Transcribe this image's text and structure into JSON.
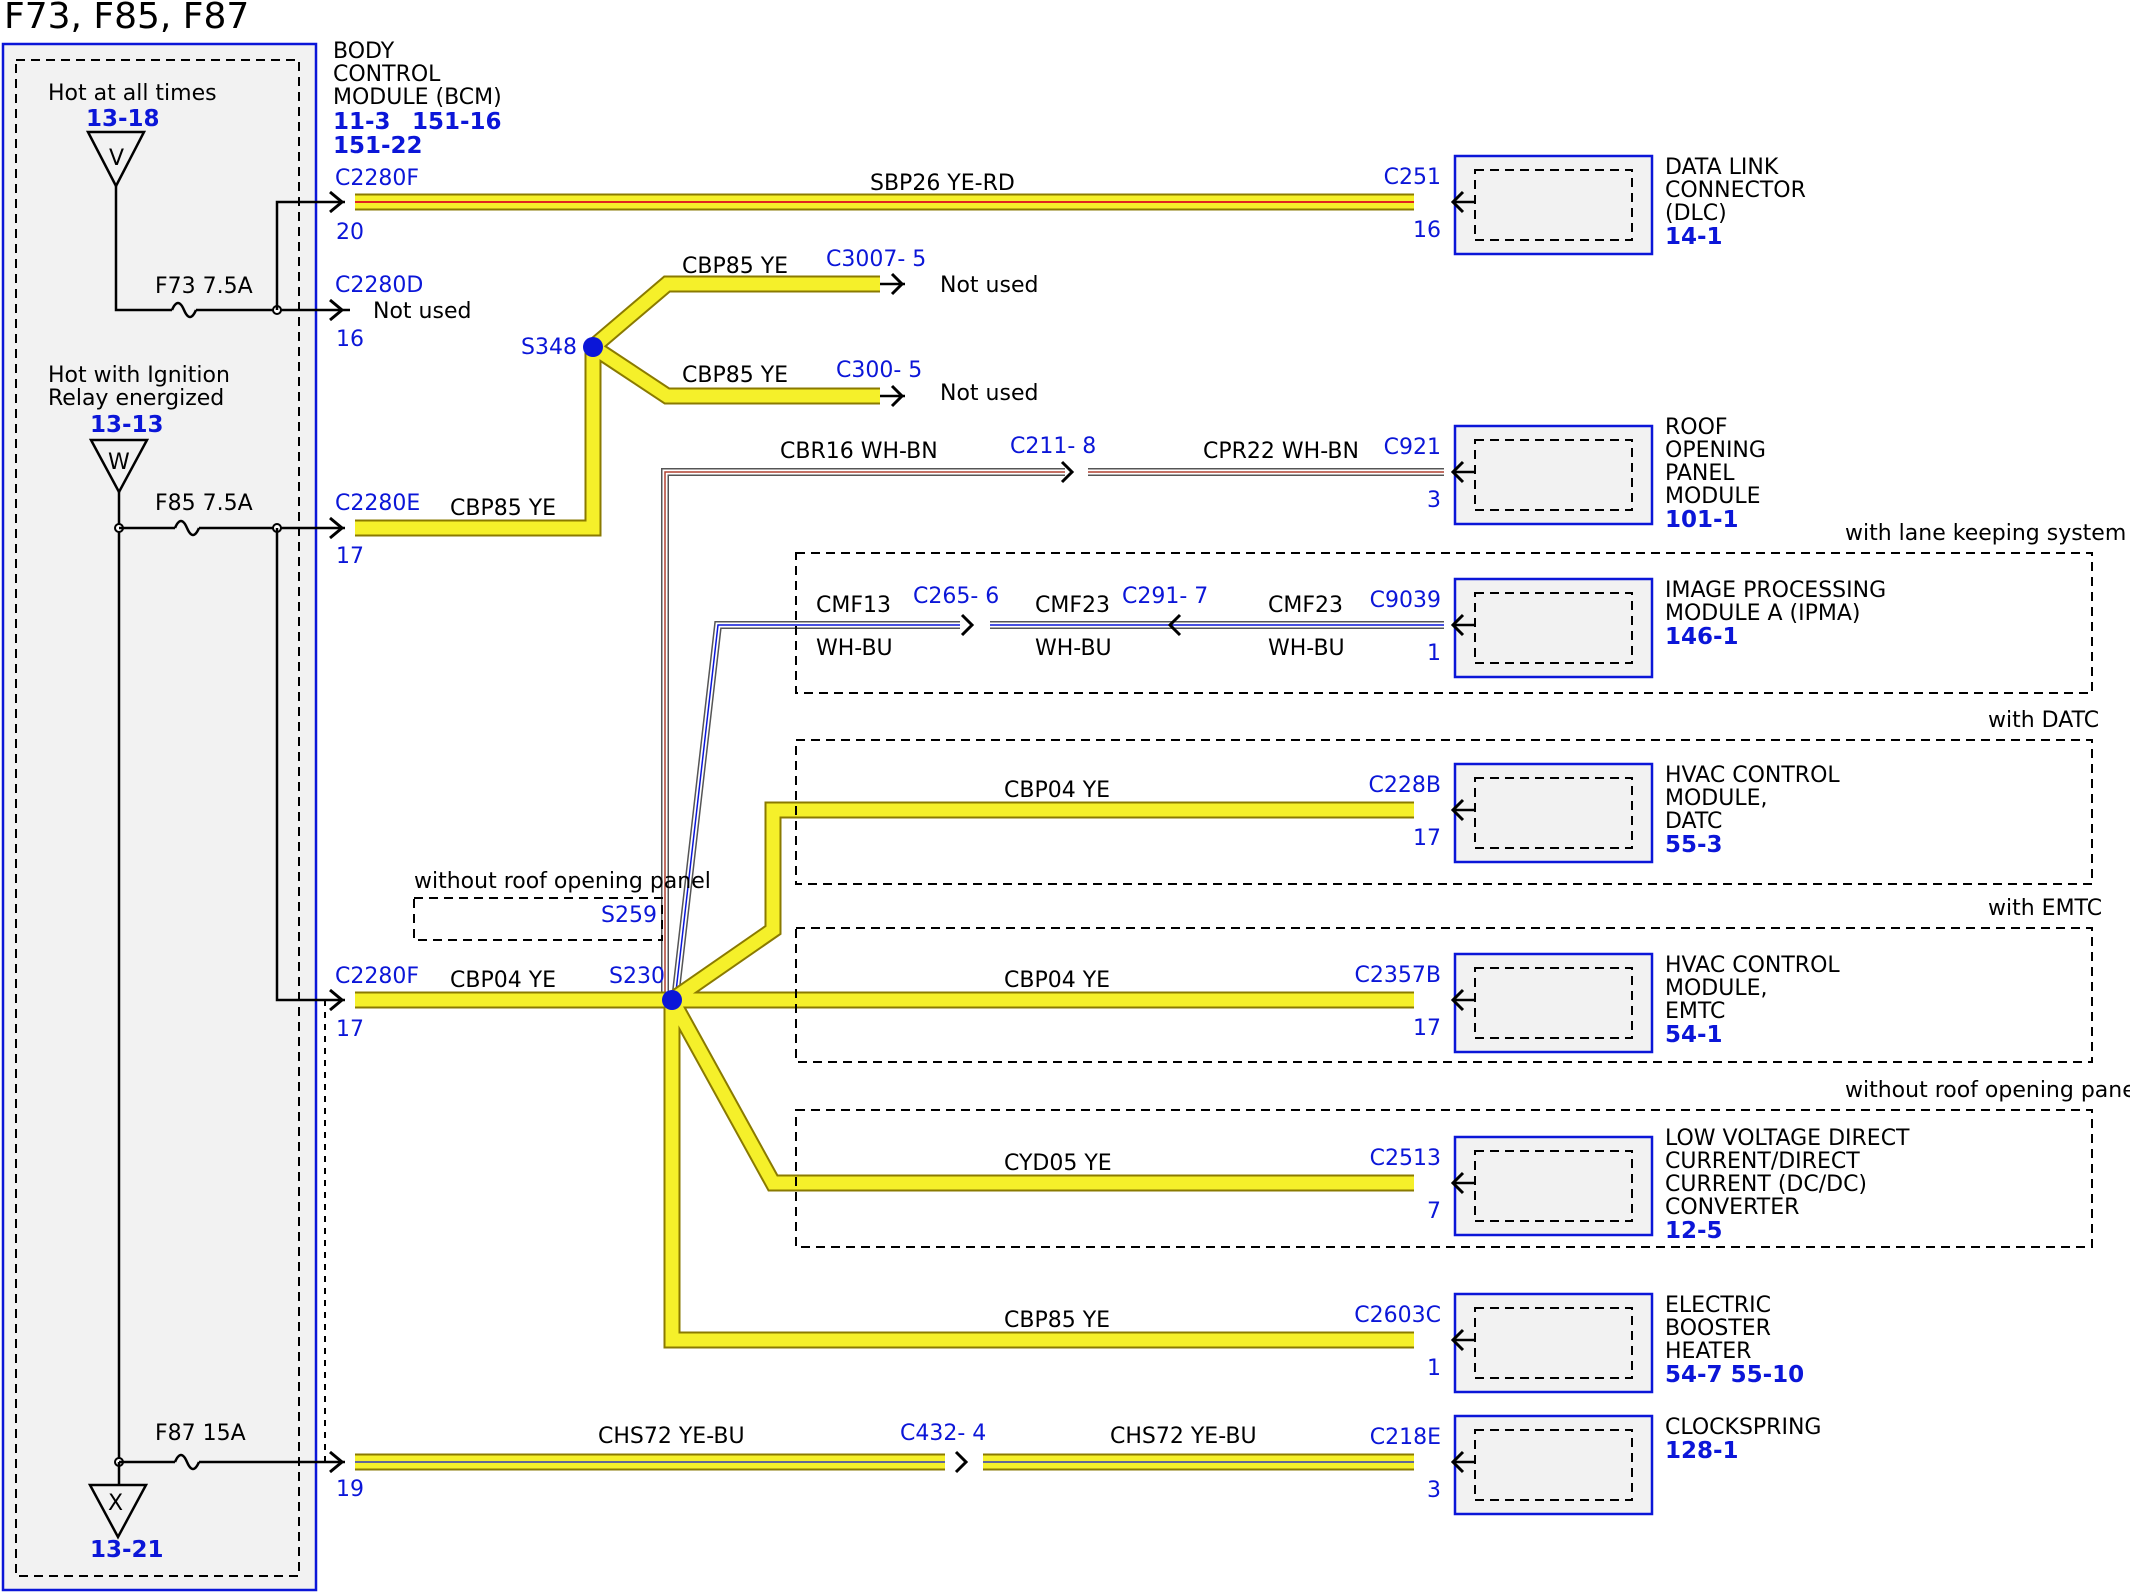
{
  "title": "F73, F85, F87",
  "power_box": {
    "hot_always": "Hot at all times",
    "hot_always_ref": "13-18",
    "sym_v": "V",
    "hot_ignition_1": "Hot with Ignition",
    "hot_ignition_2": "Relay energized",
    "hot_ignition_ref": "13-13",
    "sym_w": "W",
    "sym_x": "X",
    "bottom_ref": "13-21",
    "fuse_f73": "F73  7.5A",
    "fuse_f85": "F85  7.5A",
    "fuse_f87": "F87  15A"
  },
  "bcm": {
    "line1": "BODY",
    "line2": "CONTROL",
    "line3": "MODULE (BCM)",
    "ref1": "11-3",
    "ref2": "151-16",
    "ref3": "151-22"
  },
  "connectors": {
    "c2280f_top": "C2280F",
    "pin20": "20",
    "c2280d": "C2280D",
    "pin16": "16",
    "not_used": "Not used",
    "c2280e": "C2280E",
    "pin17e": "17",
    "c2280f_bot": "C2280F",
    "pin17f": "17",
    "pin19": "19"
  },
  "wires": {
    "sbp26": "SBP26  YE-RD",
    "cbp85_a": "CBP85  YE",
    "cbp85_b": "CBP85  YE",
    "cbp85_c": "CBP85  YE",
    "cbp85_d": "CBP85  YE",
    "cbr16": "CBR16  WH-BN",
    "cpr22": "CPR22  WH-BN",
    "cmf13": "CMF13",
    "cmf23_a": "CMF23",
    "cmf23_b": "CMF23",
    "whbu_a": "WH-BU",
    "whbu_b": "WH-BU",
    "whbu_c": "WH-BU",
    "cbp04_a": "CBP04  YE",
    "cbp04_b": "CBP04  YE",
    "cbp04_c": "CBP04  YE",
    "cyd05": "CYD05  YE",
    "chs72_a": "CHS72   YE-BU",
    "chs72_b": "CHS72   YE-BU"
  },
  "splices": {
    "s348": "S348",
    "s230": "S230",
    "s259": "S259",
    "without_panel_label": "without roof opening panel"
  },
  "inline": {
    "c3007": "C3007- 5",
    "c300": "C300- 5",
    "not_used_1": "Not used",
    "not_used_2": "Not used",
    "c211": "C211- 8",
    "c265": "C265- 6",
    "c291": "C291- 7",
    "c432": "C432- 4"
  },
  "options": {
    "lane": "with lane keeping system",
    "datc": "with DATC",
    "emtc": "with EMTC",
    "no_roof": "without roof opening pane"
  },
  "modules": [
    {
      "conn": "C251",
      "pin": "16",
      "lines": [
        "DATA LINK",
        "CONNECTOR",
        "(DLC)"
      ],
      "ref": "14-1"
    },
    {
      "conn": "C921",
      "pin": "3",
      "lines": [
        "ROOF",
        "OPENING",
        "PANEL",
        "MODULE"
      ],
      "ref": "101-1"
    },
    {
      "conn": "C9039",
      "pin": "1",
      "lines": [
        "IMAGE PROCESSING",
        "MODULE A (IPMA)"
      ],
      "ref": "146-1"
    },
    {
      "conn": "C228B",
      "pin": "17",
      "lines": [
        "HVAC CONTROL",
        "MODULE,",
        "DATC"
      ],
      "ref": "55-3"
    },
    {
      "conn": "C2357B",
      "pin": "17",
      "lines": [
        "HVAC CONTROL",
        "MODULE,",
        "EMTC"
      ],
      "ref": "54-1"
    },
    {
      "conn": "C2513",
      "pin": "7",
      "lines": [
        "LOW VOLTAGE DIRECT",
        "CURRENT/DIRECT",
        "CURRENT (DC/DC)",
        "CONVERTER"
      ],
      "ref": "12-5"
    },
    {
      "conn": "C2603C",
      "pin": "1",
      "lines": [
        "ELECTRIC",
        "BOOSTER",
        "HEATER"
      ],
      "ref": "54-7  55-10"
    },
    {
      "conn": "C218E",
      "pin": "3",
      "lines": [
        "CLOCKSPRING"
      ],
      "ref": "128-1"
    }
  ]
}
